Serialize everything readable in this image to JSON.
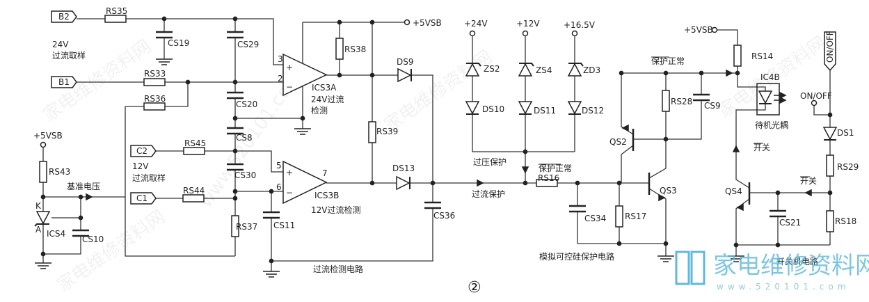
{
  "figure_number": "②",
  "connectors": {
    "b2": "B2",
    "b1": "B1",
    "c2": "C2",
    "c1": "C1",
    "on_off_tag": "ON/OFF"
  },
  "rails": {
    "vsb_left": "+5VSB",
    "vsb_top": "+5VSB",
    "vsb_right": "+5VSB",
    "v24": "+24V",
    "v12": "+12V",
    "v16_5": "+16.5V",
    "on_off": "ON/OFF"
  },
  "components": {
    "rs35": "RS35",
    "rs33": "RS33",
    "rs36": "RS36",
    "rs45": "RS45",
    "rs44": "RS44",
    "rs37": "RS37",
    "rs43": "RS43",
    "rs38": "RS38",
    "rs39": "RS39",
    "rs16": "RS16",
    "rs17": "RS17",
    "rs28": "RS28",
    "rs14": "RS14",
    "rs29": "RS29",
    "rs18": "RS18",
    "cs19": "CS19",
    "cs29": "CS29",
    "cs20": "CS20",
    "cs8": "CS8",
    "cs30": "CS30",
    "cs11": "CS11",
    "cs10": "CS10",
    "cs36": "CS36",
    "cs34": "CS34",
    "cs9": "CS9",
    "cs21": "CS21",
    "ds9": "DS9",
    "ds13": "DS13",
    "ds10": "DS10",
    "ds11": "DS11",
    "ds12": "DS12",
    "ds1": "DS1",
    "zs2": "ZS2",
    "zs4": "ZS4",
    "zd3": "ZD3",
    "ics4": "ICS4",
    "ics4_k": "K",
    "ics4_a": "A",
    "ics3a": "ICS3A",
    "ics3b": "ICS3B",
    "ic4b": "IC4B",
    "qs2": "QS2",
    "qs3": "QS3",
    "qs4": "QS4"
  },
  "pins": {
    "p3": "3",
    "p2": "2",
    "p5": "5",
    "p6": "6",
    "p7": "7",
    "plus": "+",
    "minus": "−"
  },
  "annotations": {
    "sample_24v_line1": "24V",
    "sample_24v_line2": "过流取样",
    "sample_12v_line1": "12V",
    "sample_12v_line2": "过流取样",
    "detect_24v_line1": "24V过流",
    "detect_24v_line2": "检测",
    "detect_12v": "12V过流检测",
    "reference_voltage": "基准电压",
    "overcurrent_detect_circuit": "过流检测电路",
    "overvoltage_protect": "过压保护",
    "overcurrent_protect": "过流保护",
    "protect_normal_1": "保护正常",
    "protect_normal_2": "保护正常",
    "scr_protect_circuit": "模拟可控硅保护电路",
    "standby_optocoupler": "待机光耦",
    "switch_1": "开关",
    "switch_2": "开关",
    "power_switch_circuit": "开关机电路"
  },
  "watermark": {
    "site_name": "家电维修资料网",
    "url": "www.520101.com"
  }
}
